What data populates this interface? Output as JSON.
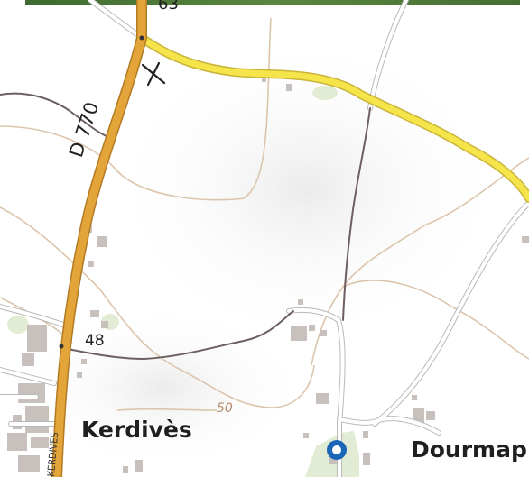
{
  "map": {
    "places": {
      "kerdives": "Kerdivès",
      "dourmap": "Dourmap"
    },
    "roads": {
      "d770": "D 770",
      "ref_63": "63",
      "ref_48": "48"
    },
    "contours": {
      "c50": "50"
    },
    "streets": {
      "kerdives_street": "KERDIVES"
    },
    "colors": {
      "background": "#ffffff",
      "forest_band": "#4f7a3a",
      "primary_road": "#e0a238",
      "primary_road_casing": "#b27a22",
      "secondary_road": "#f4e24a",
      "secondary_road_casing": "#c9b43a",
      "minor_road": "#ffffff",
      "minor_road_casing": "#b9b9b9",
      "track": "#6b5d5d",
      "contour": "#d9c0a8",
      "building": "#c4bdba",
      "green": "#dfe9cf",
      "marker": "#1c66b8"
    },
    "icons": [
      "crossing-icon",
      "location-marker-icon"
    ]
  }
}
